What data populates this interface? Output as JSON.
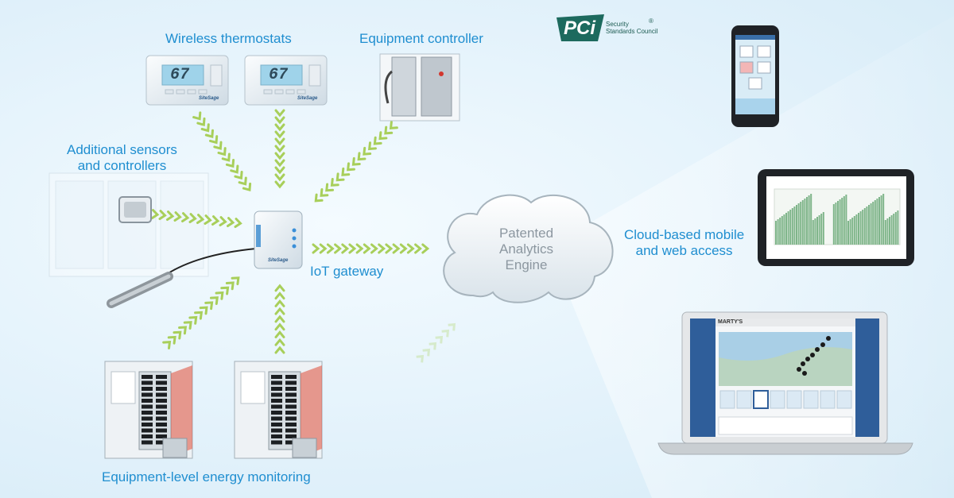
{
  "labels": {
    "wireless_thermostats": "Wireless thermostats",
    "equipment_controller": "Equipment controller",
    "additional_sensors_line1": "Additional sensors",
    "additional_sensors_line2": "and controllers",
    "iot_gateway": "IoT gateway",
    "energy_monitoring": "Equipment-level energy monitoring",
    "cloud_access_line1": "Cloud-based mobile",
    "cloud_access_line2": "and web access"
  },
  "cloud": {
    "line1": "Patented",
    "line2": "Analytics",
    "line3": "Engine"
  },
  "pci_logo": {
    "mark": "PCi",
    "line1": "Security",
    "line2": "Standards Council",
    "registered": "®"
  },
  "thermostats": [
    {
      "display": "67"
    },
    {
      "display": "67"
    }
  ],
  "brand_text": "SiteSage",
  "laptop_brand": "MARTY'S",
  "colors": {
    "label_blue": "#1f8ed0",
    "arrow_green": "#a8cf5a",
    "background": "#e3f2fb",
    "cloud_text": "#8c97a0",
    "pci_green": "#1d6a5e"
  }
}
